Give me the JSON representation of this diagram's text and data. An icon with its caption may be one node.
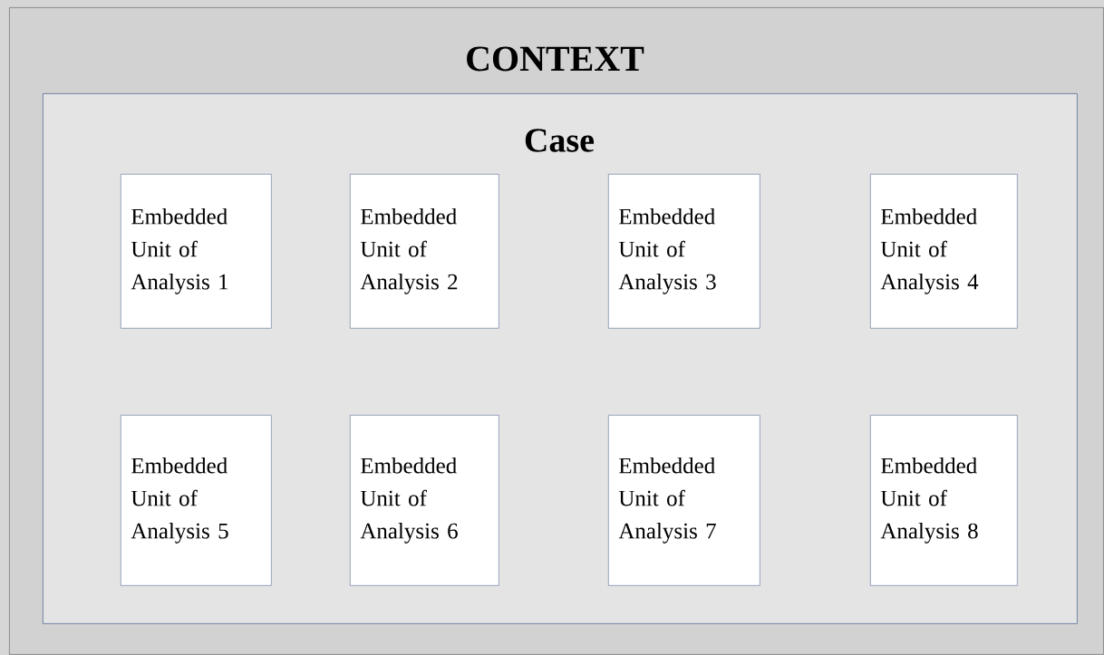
{
  "diagram": {
    "nodes": [
      {
        "text": [
          "CONTEXT"
        ]
      },
      {
        "text": [
          "Case"
        ],
        "in": 0
      },
      {
        "text": [
          "Embedded Unit of Analysis 1"
        ],
        "in": 1
      },
      {
        "text": [
          "Embedded Unit of Analysis 2"
        ],
        "in": 1
      },
      {
        "text": [
          "Embedded Unit of Analysis 3"
        ],
        "in": 1
      },
      {
        "text": [
          "Embedded Unit of Analysis 4"
        ],
        "in": 1
      },
      {
        "text": [
          "Embedded Unit of Analysis 5"
        ],
        "in": 1
      },
      {
        "text": [
          "Embedded Unit of Analysis 6"
        ],
        "in": 1
      },
      {
        "text": [
          "Embedded Unit of Analysis 7"
        ],
        "in": 1
      },
      {
        "text": [
          "Embedded Unit of Analysis 8"
        ],
        "in": 1
      }
    ]
  }
}
